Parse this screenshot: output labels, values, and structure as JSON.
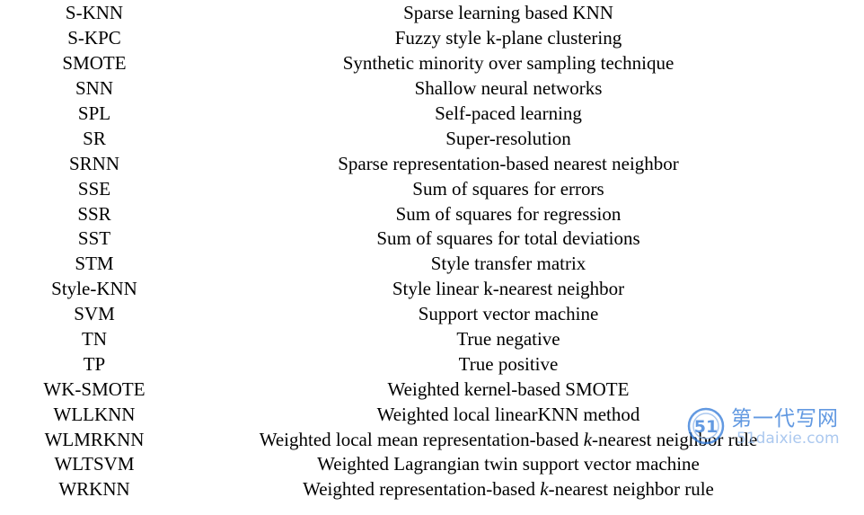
{
  "rows": [
    {
      "abbr": "S-KNN",
      "pre": "Sparse learning based KNN",
      "em": "",
      "post": ""
    },
    {
      "abbr": "S-KPC",
      "pre": "Fuzzy style k-plane clustering",
      "em": "",
      "post": ""
    },
    {
      "abbr": "SMOTE",
      "pre": "Synthetic minority over sampling technique",
      "em": "",
      "post": ""
    },
    {
      "abbr": "SNN",
      "pre": "Shallow neural networks",
      "em": "",
      "post": ""
    },
    {
      "abbr": "SPL",
      "pre": "Self-paced learning",
      "em": "",
      "post": ""
    },
    {
      "abbr": "SR",
      "pre": "Super-resolution",
      "em": "",
      "post": ""
    },
    {
      "abbr": "SRNN",
      "pre": "Sparse representation-based nearest neighbor",
      "em": "",
      "post": ""
    },
    {
      "abbr": "SSE",
      "pre": "Sum of squares for errors",
      "em": "",
      "post": ""
    },
    {
      "abbr": "SSR",
      "pre": "Sum of squares for regression",
      "em": "",
      "post": ""
    },
    {
      "abbr": "SST",
      "pre": "Sum of squares for total deviations",
      "em": "",
      "post": ""
    },
    {
      "abbr": "STM",
      "pre": "Style transfer matrix",
      "em": "",
      "post": ""
    },
    {
      "abbr": "Style-KNN",
      "pre": "Style linear k-nearest neighbor",
      "em": "",
      "post": ""
    },
    {
      "abbr": "SVM",
      "pre": "Support vector machine",
      "em": "",
      "post": ""
    },
    {
      "abbr": "TN",
      "pre": "True negative",
      "em": "",
      "post": ""
    },
    {
      "abbr": "TP",
      "pre": "True positive",
      "em": "",
      "post": ""
    },
    {
      "abbr": "WK-SMOTE",
      "pre": "Weighted kernel-based SMOTE",
      "em": "",
      "post": ""
    },
    {
      "abbr": "WLLKNN",
      "pre": "Weighted local linearKNN method",
      "em": "",
      "post": ""
    },
    {
      "abbr": "WLMRKNN",
      "pre": "Weighted local mean representation-based ",
      "em": "k",
      "post": "-nearest neighbor rule"
    },
    {
      "abbr": "WLTSVM",
      "pre": "Weighted Lagrangian twin support vector machine",
      "em": "",
      "post": ""
    },
    {
      "abbr": "WRKNN",
      "pre": "Weighted representation-based ",
      "em": "k",
      "post": "-nearest neighbor rule"
    }
  ],
  "watermark": {
    "logo_text": "51",
    "cn_text": "第一代写网",
    "url_text": "51daixie.com",
    "color": "#2e78d8"
  }
}
